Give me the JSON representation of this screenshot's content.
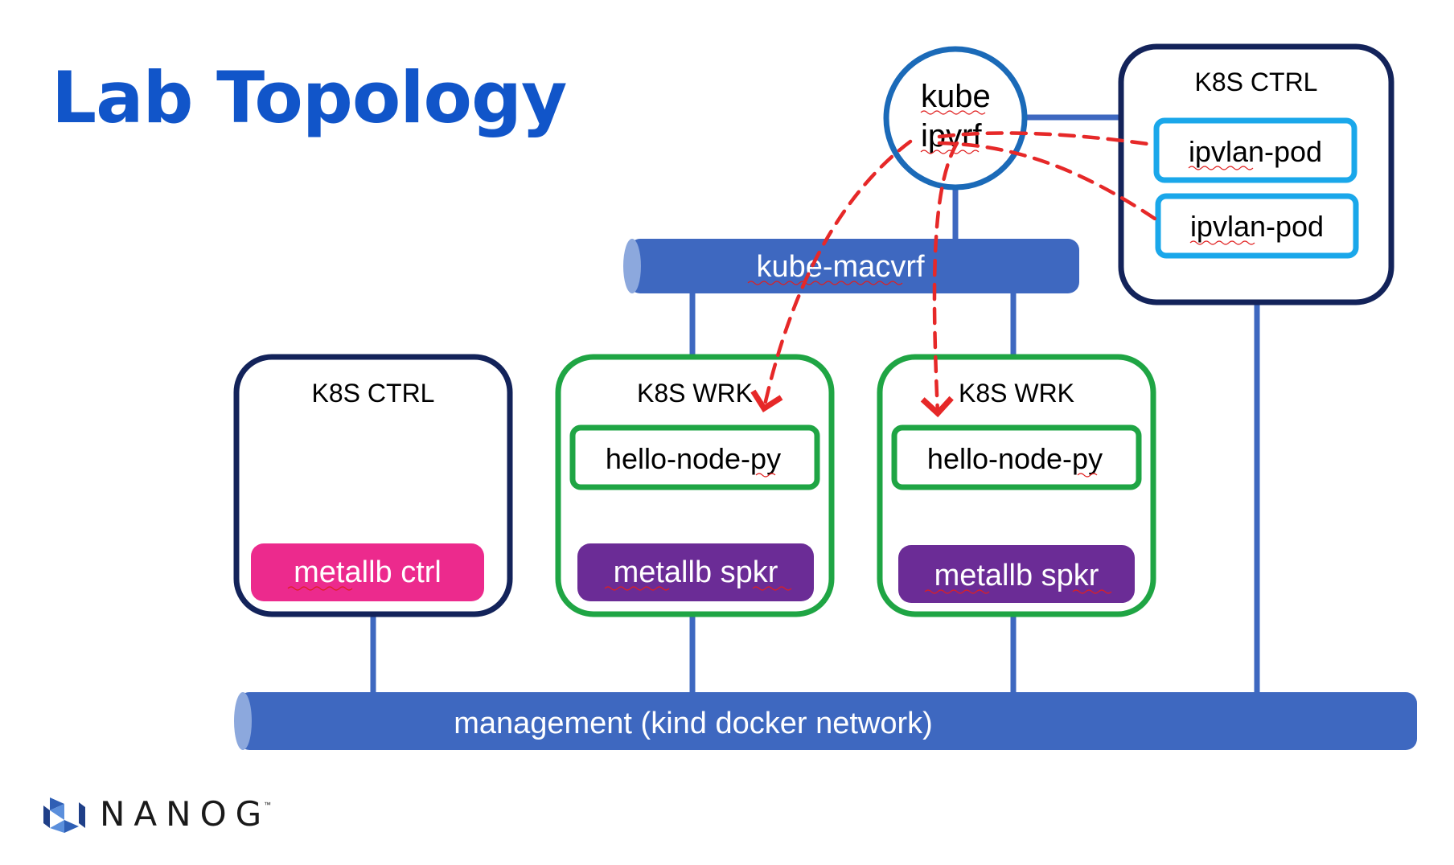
{
  "title": "Lab Topology",
  "colors": {
    "title": "#1155c9",
    "bus": "#3e68c0",
    "ctrl_border": "#13235a",
    "worker_border": "#1fa544",
    "pod_border_light": "#1aa7ea",
    "metallb_ctrl": "#ec2a8d",
    "metallb_spkr": "#6b2c96",
    "link": "#3e68c0",
    "flow": "#e62828"
  },
  "router": {
    "line1": "kube",
    "line2": "ipvrf"
  },
  "macvrf": {
    "label": "kube-macvrf"
  },
  "management": {
    "label": "management (kind docker network)"
  },
  "nodes": [
    {
      "label": "K8S CTRL",
      "kind": "ctrl",
      "metallb": "metallb ctrl"
    },
    {
      "label": "K8S WRK",
      "kind": "worker",
      "pod": "hello-node-py",
      "metallb": "metallb spkr"
    },
    {
      "label": "K8S WRK",
      "kind": "worker",
      "pod": "hello-node-py",
      "metallb": "metallb spkr"
    }
  ],
  "top_ctrl": {
    "label": "K8S CTRL",
    "pods": [
      "ipvlan-pod",
      "ipvlan-pod"
    ]
  },
  "logo": {
    "text": "NANOG",
    "tm": "™"
  }
}
